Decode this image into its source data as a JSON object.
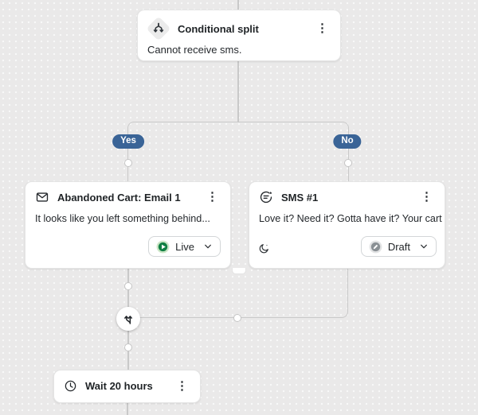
{
  "canvas": {
    "colors": {
      "background": "#eae9e9",
      "dot_grid": "#f8f8f8",
      "connector": "#c9c9c9",
      "branch_pill_blue": "#3a6497",
      "live_green": "#108043",
      "draft_gray": "#8a9094",
      "card_text": "#1f2326"
    }
  },
  "icons": {
    "kebab": "⋮",
    "names": [
      "split-arrows-icon",
      "envelope-icon",
      "sms-chat-icon",
      "clock-icon",
      "moon-icon",
      "play-circle-icon",
      "pencil-circle-icon",
      "chevron-down-icon",
      "merge-arrows-icon"
    ]
  },
  "flow": {
    "conditional_split": {
      "title": "Conditional split",
      "description": "Cannot receive sms."
    },
    "branch_labels": {
      "yes": "Yes",
      "no": "No"
    },
    "email_node": {
      "title": "Abandoned Cart: Email 1",
      "preview": "It looks like you left something behind...",
      "status": "Live"
    },
    "sms_node": {
      "title": "SMS #1",
      "preview": "Love it? Need it? Gotta have it? Your cart i...",
      "status": "Draft"
    },
    "wait_node": {
      "title": "Wait 20 hours"
    }
  }
}
